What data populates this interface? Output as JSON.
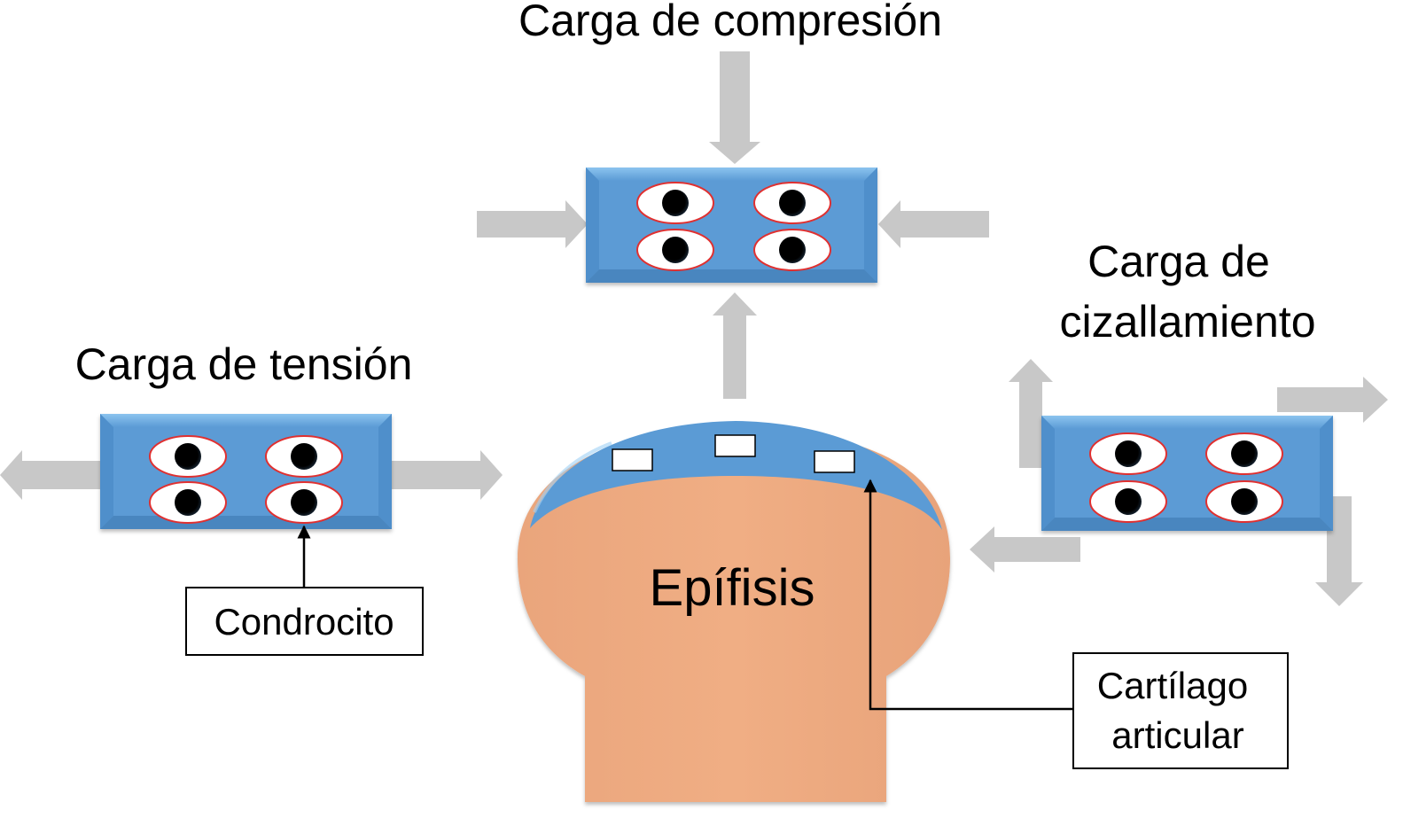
{
  "titles": {
    "compression": "Carga de compresión",
    "tension": "Carga de tensión",
    "shear_line1": "Carga de",
    "shear_line2": "cizallamiento"
  },
  "epiphysis_label": "Epífisis",
  "callouts": {
    "chondrocyte": "Condrocito",
    "cartilage_line1": "Cartílago",
    "cartilage_line2": "articular"
  },
  "colors": {
    "tissue_blue": "#5b9bd5",
    "bone_orange": "#f0ac82",
    "arrow_gray": "#c8c8c8",
    "cell_outline": "#e03030",
    "nucleus": "#000000"
  }
}
